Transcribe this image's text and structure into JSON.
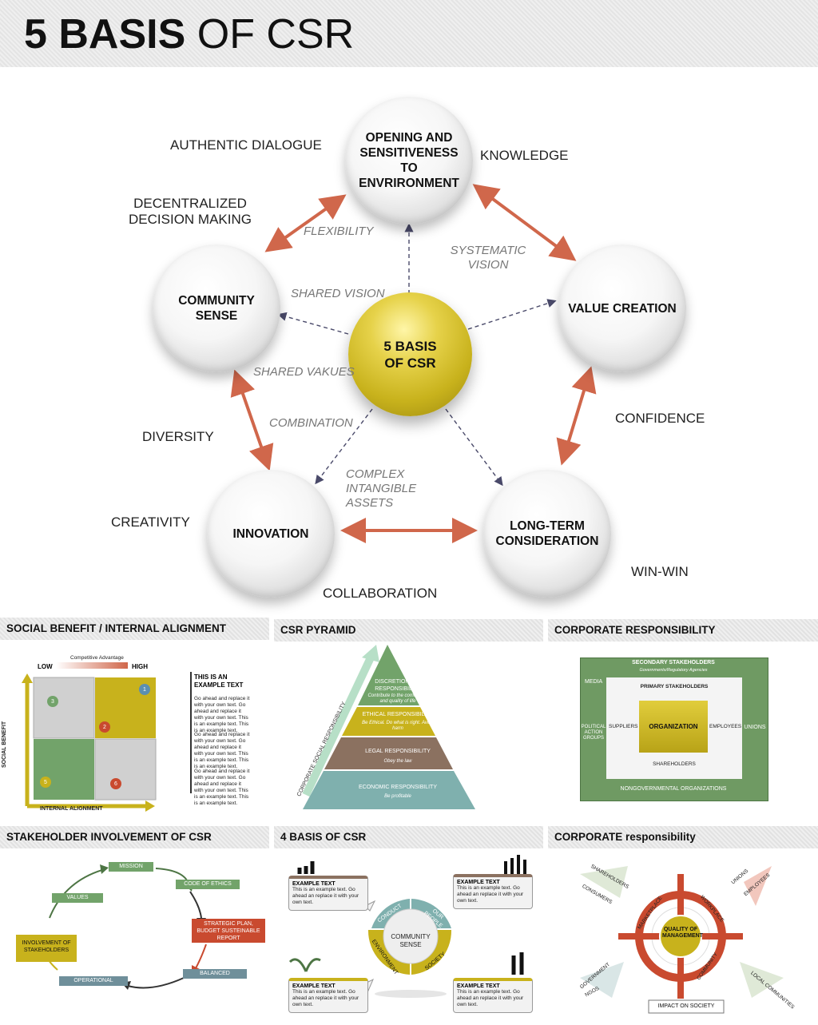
{
  "title": {
    "bold": "5 BASIS",
    "rest": " OF CSR"
  },
  "main": {
    "center": "5 BASIS OF CSR",
    "nodes": {
      "top": "OPENING AND SENSITIVENESS TO ENVRIRONMENT",
      "right": "VALUE CREATION",
      "bottom_right": "LONG-TERM CONSIDERATION",
      "bottom_left": "INNOVATION",
      "left": "COMMUNITY SENSE"
    },
    "outer_labels": {
      "authentic": "AUTHENTIC DIALOGUE",
      "knowledge": "KNOWLEDGE",
      "decentralized": "DECENTRALIZED DECISION MAKING",
      "confidence": "CONFIDENCE",
      "diversity": "DIVERSITY",
      "creativity": "CREATIVITY",
      "collaboration": "COLLABORATION",
      "winwin": "WIN-WIN"
    },
    "inner_labels": {
      "flexibility": "FLEXIBILITY",
      "systematic": "SYSTEMATIC VISION",
      "shared_vision": "SHARED VISION",
      "shared_values": "SHARED VAKUES",
      "combination": "COMBINATION",
      "complex": "COMPLEX INTANGIBLE ASSETS"
    }
  },
  "panels": {
    "p1": {
      "title": "SOCIAL BENEFIT / INTERNAL ALIGNMENT",
      "competitive": "Competitive Advantage",
      "low": "LOW",
      "high": "HIGH",
      "social_axis": "SOCIAL BENEFIT",
      "internal_axis": "INTERNAL ALIGNMENT",
      "numbers": [
        "1",
        "2",
        "3",
        "5",
        "6"
      ],
      "text_title": "THIS IS AN EXAMPLE TEXT",
      "paragraph": "Go ahead and replace it with your own text. Go ahead and replace it with your own text. This is an example text. This is an example text."
    },
    "p2": {
      "title": "CSR PYRAMID",
      "side": "CORPORATE SOCIAL RESPONSIBILITY",
      "levels": [
        {
          "name": "DISCRETIONARY RESPONSIBILITY",
          "sub": "Contribute to the community and quality of life"
        },
        {
          "name": "ETHICAL RESPONSIBILITY",
          "sub": "Be Ethical. Do what is right. Avoid harm"
        },
        {
          "name": "LEGAL RESPONSIBILITY",
          "sub": "Obey the law"
        },
        {
          "name": "ECONOMIC RESPONSIBILITY",
          "sub": "Be profitable"
        }
      ]
    },
    "p3": {
      "title": "CORPORATE RESPONSIBILITY",
      "secondary": "SECONDARY STAKEHOLDERS",
      "gov": "Governments/Regulatory Agencies",
      "media": "MEDIA",
      "primary": "PRIMARY STAKEHOLDERS",
      "pac": "POLITICAL ACTION GROUPS",
      "suppliers": "SUPPLIERS",
      "organization": "ORGANIZATION",
      "employees": "EMPLOYEES",
      "unions": "UNIONS",
      "shareholders": "SHAREHOLDERS",
      "ngo": "NONGOVERNMENTAL ORGANIZATIONS"
    },
    "p4": {
      "title": "STAKEHOLDER INVOLVEMENT OF CSR",
      "mission": "MISSION",
      "code": "CODE OF ETHICS",
      "values": "VALUES",
      "strategic": "STRATEGIC PLAN, BUDGET SUSTEINABLE REPORT",
      "involvement": "INVOLVEMENT OF STAKEHOLDERS",
      "balanced": "BALANCED SCORECARD",
      "operational": "OPERATIONAL PROJECTS"
    },
    "p5": {
      "title": "4 BASIS OF CSR",
      "center": "COMMUNITY SENSE",
      "segments": [
        "CONDUCT",
        "OUR PEOPLE",
        "SOCIETY",
        "ENVIRONMENT"
      ],
      "box_title": "EXAMPLE TEXT",
      "box_text": "This is an example text. Go ahead an replace it with your own text."
    },
    "p6": {
      "title": "CORPORATE responsibility",
      "quality": "QUALITY OF MANAGEMENT",
      "marketplace": "MARKETPLACE",
      "workplace": "WORKPLACE",
      "community": "COMMUNITY",
      "shareholders": "SHAREHOLDERS",
      "consumers": "CONSUMERS",
      "unions": "UNIONS",
      "employees": "EMPLOYEES",
      "government": "GOVERNMENT",
      "ngos": "NGOS",
      "local": "LOCAL COMMUNITIES",
      "impact": "IMPACT ON SOCIETY"
    }
  }
}
